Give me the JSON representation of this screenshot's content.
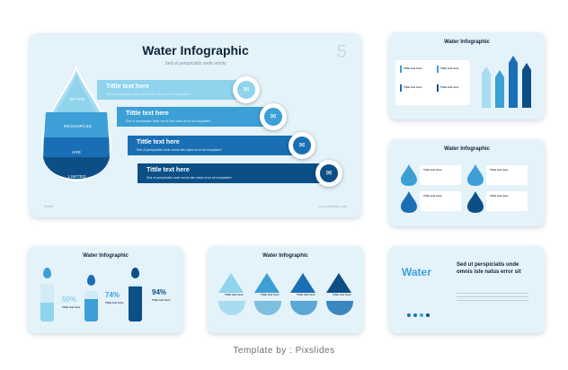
{
  "main": {
    "title": "Water Infographic",
    "subtitle": "Sed ut perspiciatis unde omnis",
    "page_number": "5",
    "footer_left": "Water",
    "footer_right": "www.website.com",
    "drop_labels": [
      "WATER",
      "RESOURCES",
      "ARE",
      "LIMITED"
    ],
    "bands": [
      {
        "title": "Tittle text here",
        "text": "Sed ut perspiciatis unde omnis iste natus error sit voluptatem",
        "color": "#8fd3ec"
      },
      {
        "title": "Tittle text here",
        "text": "Sed ut perspiciatis unde omnis iste natus error sit voluptatem",
        "color": "#3c9fd6"
      },
      {
        "title": "Tittle text here",
        "text": "Sed ut perspiciatis unde omnis iste natus error sit voluptatem",
        "color": "#1a6fb4"
      },
      {
        "title": "Tittle text here",
        "text": "Sed ut perspiciatis unde omnis iste natus error sit voluptatem",
        "color": "#0c4f86"
      }
    ]
  },
  "thumb2": {
    "title": "Water Infographic",
    "item_title": "Tittle text here"
  },
  "thumb3": {
    "title": "Water Infographic",
    "item_title": "Tittle text here"
  },
  "thumb4": {
    "title": "Water Infographic",
    "item_title": "Tittle text here",
    "percents": [
      "50%",
      "74%",
      "94%"
    ]
  },
  "thumb5": {
    "title": "Water Infographic",
    "item_title": "Tittle text here"
  },
  "thumb6": {
    "title": "Water",
    "headline": "Sed ut perspiciatis unde omnis iste natus error sit"
  },
  "credit": "Template by : Pixslides"
}
